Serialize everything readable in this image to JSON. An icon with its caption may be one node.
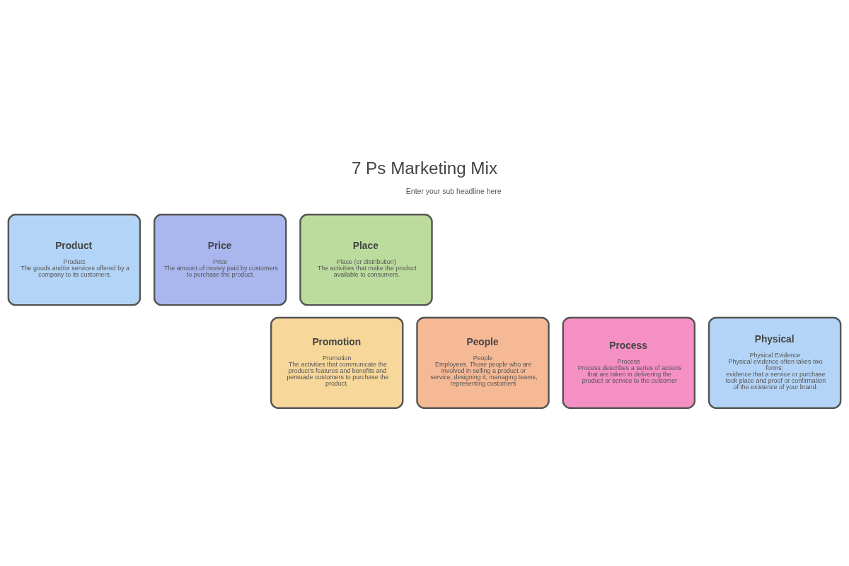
{
  "diagram": {
    "title": "7 Ps Marketing Mix",
    "nodes": [
      {
        "text": [
          "Product",
          "Product",
          "The goods and/or services offered by a company to its customers."
        ]
      },
      {
        "text": [
          "Price",
          "Price",
          "The amount of money paid by customers to purchase the product."
        ]
      },
      {
        "text": [
          "Place",
          "Place (or distribution)",
          "The activities that make the product available to consumers."
        ]
      },
      {
        "text": [
          "Promotion",
          "Promotion",
          "The activities that communicate the product's features and benefits and persuade customers to purchase the product."
        ]
      },
      {
        "text": [
          "People",
          "People",
          "Employees. Those people who are involved in selling a product or service, designing it, managing teams, representing customers"
        ]
      },
      {
        "text": [
          "Process",
          "Process",
          "Process describes a series of actions that are taken in delivering the product or service to the customer"
        ]
      },
      {
        "text": [
          "Physical",
          "Physical Evidence",
          "Physical evidence often takes two forms:",
          "evidence that a service or purchase took place and proof or confirmation of the existence of your brand."
        ]
      }
    ],
    "edges": [],
    "labels": [
      "Enter your sub headline here"
    ]
  }
}
